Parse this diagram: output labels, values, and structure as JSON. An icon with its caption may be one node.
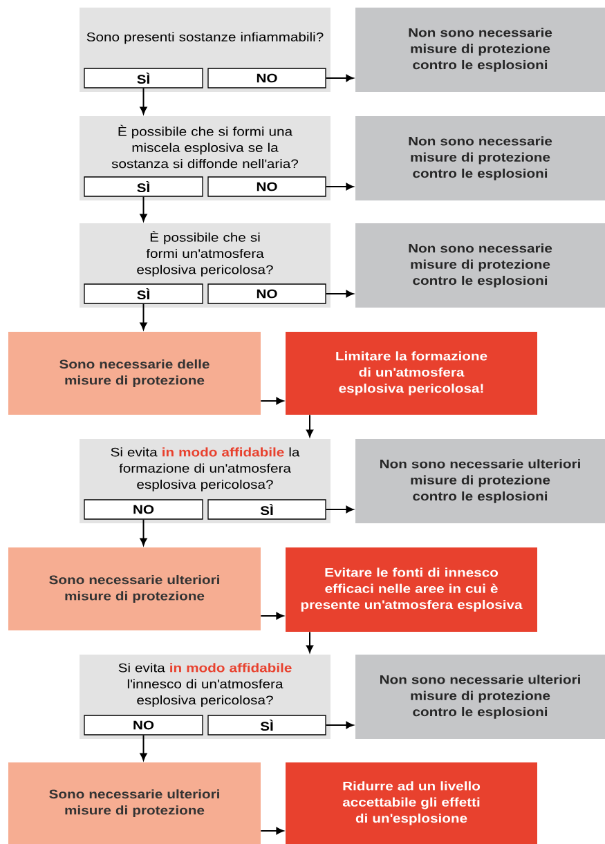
{
  "diagram": {
    "nodes": [
      {
        "text": [
          "Sono presenti sostanze infiammabili?"
        ]
      },
      {
        "text": [
          "SÌ"
        ],
        "in": 0
      },
      {
        "text": [
          "NO"
        ],
        "in": 0
      },
      {
        "text": [
          "Non sono necessarie misure di protezione contro le esplosioni"
        ]
      },
      {
        "text": [
          "È possibile che si formi una miscela esplosiva se la sostanza si diffonde nell'aria?"
        ]
      },
      {
        "text": [
          "SÌ"
        ],
        "in": 4
      },
      {
        "text": [
          "NO"
        ],
        "in": 4
      },
      {
        "text": [
          "Non sono necessarie misure di protezione contro le esplosioni"
        ]
      },
      {
        "text": [
          "È possibile che si formi un'atmosfera esplosiva pericolosa?"
        ]
      },
      {
        "text": [
          "SÌ"
        ],
        "in": 8
      },
      {
        "text": [
          "NO"
        ],
        "in": 8
      },
      {
        "text": [
          "Non sono necessarie misure di protezione contro le esplosioni"
        ]
      },
      {
        "text": [
          "Sono necessarie delle misure di protezione"
        ]
      },
      {
        "text": [
          "Limitare la formazione di un'atmosfera esplosiva pericolosa!"
        ]
      },
      {
        "text": [
          "Si evita **in modo affidabile** la formazione di un'atmosfera esplosiva pericolosa?"
        ]
      },
      {
        "text": [
          "NO"
        ],
        "in": 14
      },
      {
        "text": [
          "SÌ"
        ],
        "in": 14
      },
      {
        "text": [
          "Non sono necessarie ulteriori misure di protezione contro le esplosioni"
        ]
      },
      {
        "text": [
          "Sono necessarie ulteriori misure di protezione"
        ]
      },
      {
        "text": [
          "Evitare le fonti di innesco efficaci nelle aree in cui è presente un'atmosfera esplosiva"
        ]
      },
      {
        "text": [
          "Si evita **in modo affidabile** l'innesco di un'atmosfera esplosiva pericolosa?"
        ]
      },
      {
        "text": [
          "NO"
        ],
        "in": 20
      },
      {
        "text": [
          "SÌ"
        ],
        "in": 20
      },
      {
        "text": [
          "Non sono necessarie ulteriori misure di protezione contro le esplosioni"
        ]
      },
      {
        "text": [
          "Sono necessarie ulteriori misure di protezione"
        ]
      },
      {
        "text": [
          "Ridurre ad un livello accettabile gli effetti di un'esplosione"
        ]
      }
    ],
    "edges": [
      {
        "from": 2,
        "to": 3,
        "arrow": "to"
      },
      {
        "from": 1,
        "to": 4,
        "arrow": "to"
      },
      {
        "from": 6,
        "to": 7,
        "arrow": "to"
      },
      {
        "from": 5,
        "to": 8,
        "arrow": "to"
      },
      {
        "from": 10,
        "to": 11,
        "arrow": "to"
      },
      {
        "from": 9,
        "to": 12,
        "arrow": "to"
      },
      {
        "from": 12,
        "to": 13,
        "arrow": "to"
      },
      {
        "from": 13,
        "to": 14,
        "arrow": "to"
      },
      {
        "from": 16,
        "to": 17,
        "arrow": "to"
      },
      {
        "from": 15,
        "to": 18,
        "arrow": "to"
      },
      {
        "from": 18,
        "to": 19,
        "arrow": "to"
      },
      {
        "from": 19,
        "to": 20,
        "arrow": "to"
      },
      {
        "from": 22,
        "to": 23,
        "arrow": "to"
      },
      {
        "from": 21,
        "to": 24,
        "arrow": "to"
      },
      {
        "from": 24,
        "to": 25,
        "arrow": "to"
      }
    ]
  }
}
